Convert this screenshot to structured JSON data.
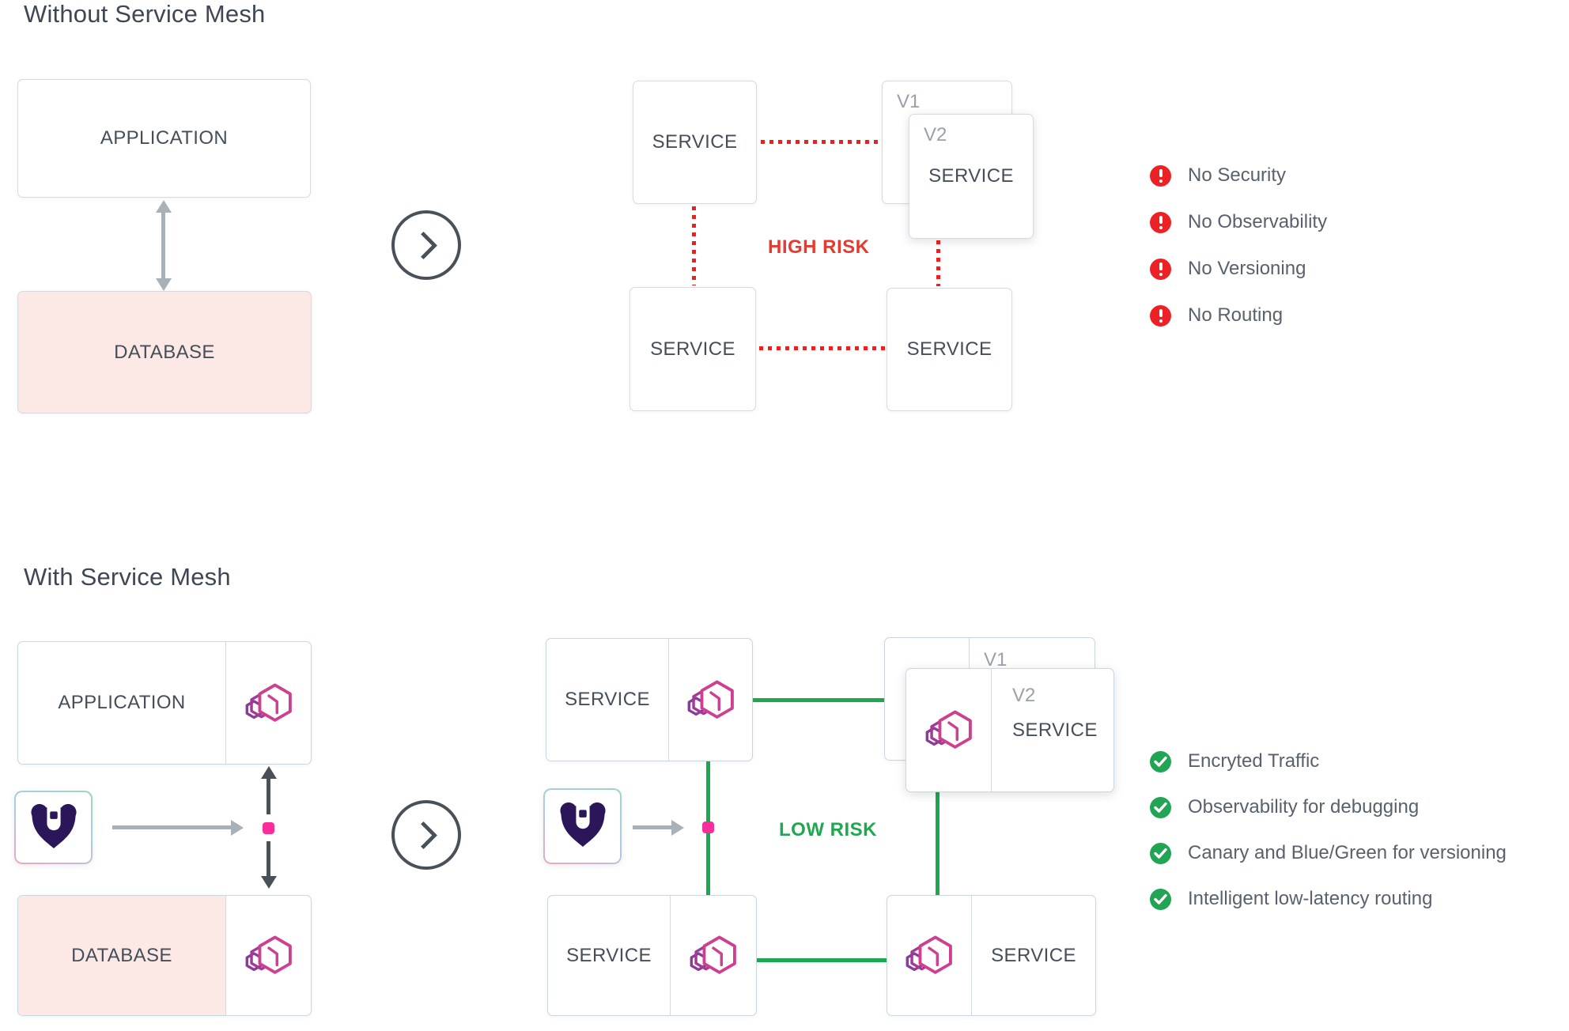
{
  "without": {
    "title": "Without Service Mesh",
    "application": "APPLICATION",
    "database": "DATABASE",
    "service": "SERVICE",
    "v1": "V1",
    "v2": "V2",
    "risk": "HIGH RISK",
    "items": [
      "No Security",
      "No Observability",
      "No Versioning",
      "No Routing"
    ]
  },
  "with": {
    "title": "With Service Mesh",
    "application": "APPLICATION",
    "database": "DATABASE",
    "service": "SERVICE",
    "v1": "V1",
    "v2": "V2",
    "risk": "LOW RISK",
    "items": [
      "Encryted Traffic",
      "Observability for debugging",
      "Canary and Blue/Green for versioning",
      "Intelligent low-latency routing"
    ]
  },
  "icons": {
    "error": "exclamation-circle",
    "success": "check-circle",
    "mesh": "kuma-mesh-hexagon-sidecar",
    "bear": "kuma-bear-logo",
    "next": "chevron-right-circle"
  },
  "colors": {
    "red_line": "#f01e1e",
    "red_badge": "#ec2126",
    "high_risk_text": "#e9382e",
    "green_line": "#1da750",
    "green_badge": "#21a453",
    "pink_dot": "#fa2e9a",
    "mesh_pink": "#ce3f8f",
    "mesh_purple": "#8a3b9c",
    "bear_purple": "#2a1659",
    "database_fill": "#fce9e6",
    "arrow_gray": "#a8b1b8",
    "arrow_dark": "#495058",
    "text_dark": "#454e59",
    "text_muted": "#59616c"
  }
}
